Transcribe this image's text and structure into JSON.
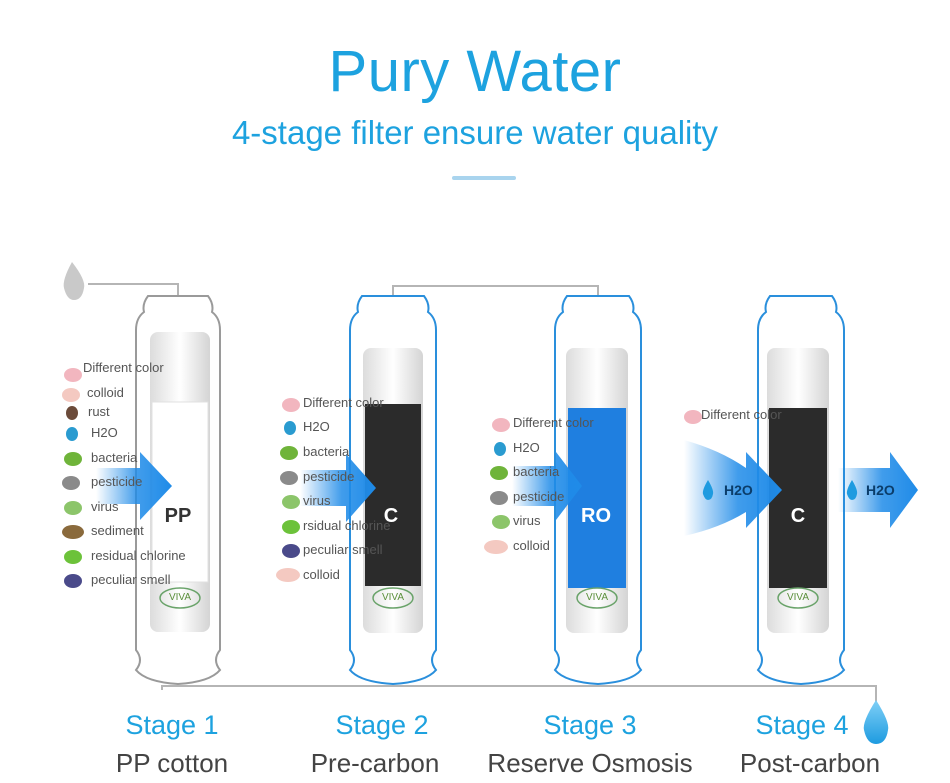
{
  "header": {
    "title": "Pury Water",
    "subtitle": "4-stage filter ensure water quality"
  },
  "stages": [
    {
      "title": "Stage 1",
      "name": "PP cotton",
      "cartridge_label": "PP",
      "brand": "VIVA",
      "contaminants": [
        "Different color",
        "colloid",
        "rust",
        "H2O",
        "bacteria",
        "pesticide",
        "virus",
        "sediment",
        "residual chlorine",
        "peculiar smell"
      ]
    },
    {
      "title": "Stage 2",
      "name": "Pre-carbon",
      "cartridge_label": "C",
      "brand": "VIVA",
      "contaminants": [
        "Different color",
        "H2O",
        "bacteria",
        "pesticide",
        "virus",
        "rsidual chlorine",
        "peculiar smell",
        "colloid"
      ]
    },
    {
      "title": "Stage 3",
      "name": "Reserve Osmosis",
      "cartridge_label": "RO",
      "brand": "VIVA",
      "contaminants": [
        "Different color",
        "H2O",
        "bacteria",
        "pesticide",
        "virus",
        "colloid"
      ]
    },
    {
      "title": "Stage 4",
      "name": "Post-carbon",
      "cartridge_label": "C",
      "brand": "VIVA",
      "contaminants": [
        "Different color"
      ],
      "input_label": "H2O",
      "output_label": "H2O"
    }
  ],
  "colors": {
    "accent": "#1da2df",
    "pp_filter": "#ffffff",
    "carbon": "#2b2b2b",
    "ro": "#1f7fe0",
    "arrow": "#1f8be8",
    "housing_stage1": "#9a9a9a",
    "housing_blue": "#2a8fdc"
  },
  "icons": {
    "drop_in": "water-drop-icon-gray",
    "drop_out": "water-drop-icon-blue"
  }
}
